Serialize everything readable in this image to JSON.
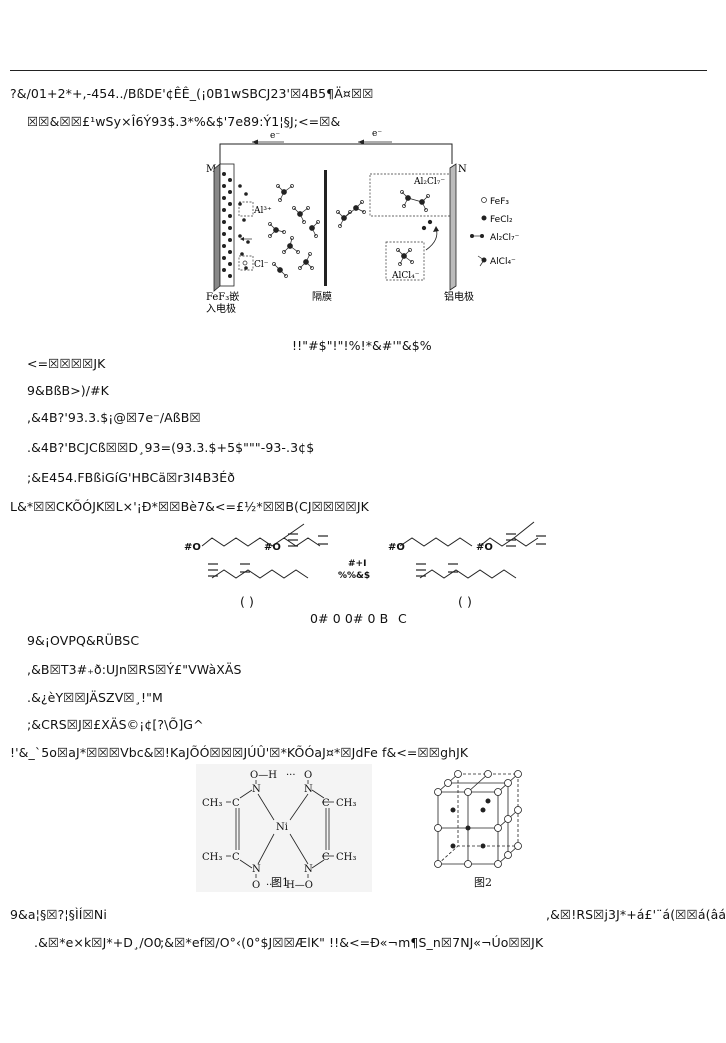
{
  "lines": [
    "?&/01+2*+,-454../BßDE'¢ÊÊ_(¡0B1wSBCJ23'☒4B5¶Ä¤☒☒",
    "☒☒&☒☒£¹wSy×Î6Ý93$.3*%&$'7e89:Ý1¦§J;<=☒&",
    "!!\"#$\"!\"!%!*&#'\"&$%",
    "<=☒☒☒☒JK",
    "9&BßB>)/#K",
    ",&4B?'93.3.$¡@☒7e⁻/AßB☒",
    ".&4B?'BCJCß☒☒D¸93=(93.3.$+5$\"\"\"-93-.3¢$",
    ";&E454.FBßiGíG'HBCä☒r3I4B3Éð",
    "L&*☒☒CKÕÓJK☒L×'¡Ð*☒☒Bè7&<=£½*☒☒B(CJ☒☒☒☒JK",
    "( )",
    "( )",
    "0# 0 0# 0 B",
    "C",
    "9&¡OVPQ&RÜBSC",
    ",&B☒T3#₊ð:UJn☒RS☒Ý£\"VWàXÄS",
    ".&¿èY☒☒JÄSZV☒¸!\"M",
    ";&CRS☒J☒£XÄS©¡¢[?\\Õ]G^",
    "!'&_`5o☒aJ*☒☒☒Vbc&☒!KaJÕÓ☒☒☒JÚÛ'☒*KÕÓaJ¤*☒JdFe f&<=☒☒ghJK",
    "9&a¦§☒?¦§ÌÍ☒Ni",
    ",&☒!RS☒j3J*+á£'¨á(☒☒á(âá",
    ".&☒*e×k☒J*+D¸/O0",
    ";&☒*ef☒/O°‹(0°$J☒☒ÆlK\" !!&<=Ð«¬m¶S_n☒7NJ«¬Úo☒☒JK"
  ],
  "fig1": {
    "electron_left": "e⁻",
    "electron_right": "e⁻",
    "label_M": "M",
    "label_N": "N",
    "al3": "Al³⁺",
    "cl": "Cl⁻",
    "al2cl7": "Al₂Cl₇⁻",
    "alcl4": "AlCl₄⁻",
    "legend": [
      "FeF₃",
      "FeCl₂",
      "Al₂Cl₇⁻",
      "AlCl₄⁻"
    ],
    "left_label_1": "FeF₃嵌",
    "left_label_2": "入电极",
    "mid_label": "隔膜",
    "right_label": "铝电极"
  },
  "fig2": {
    "atoms_left": [
      "#O",
      "#O"
    ],
    "atoms_right": [
      "#O",
      "#O"
    ],
    "center_top": "#+I",
    "center_bottom": "%%&$"
  },
  "fig3": {
    "oh": "O—H",
    "ho": "H—O",
    "dots": "···",
    "ni": "Ni",
    "ch3": "CH₃",
    "c": "C",
    "n": "N",
    "o": "O",
    "caption1": "图1",
    "caption2": "图2"
  }
}
